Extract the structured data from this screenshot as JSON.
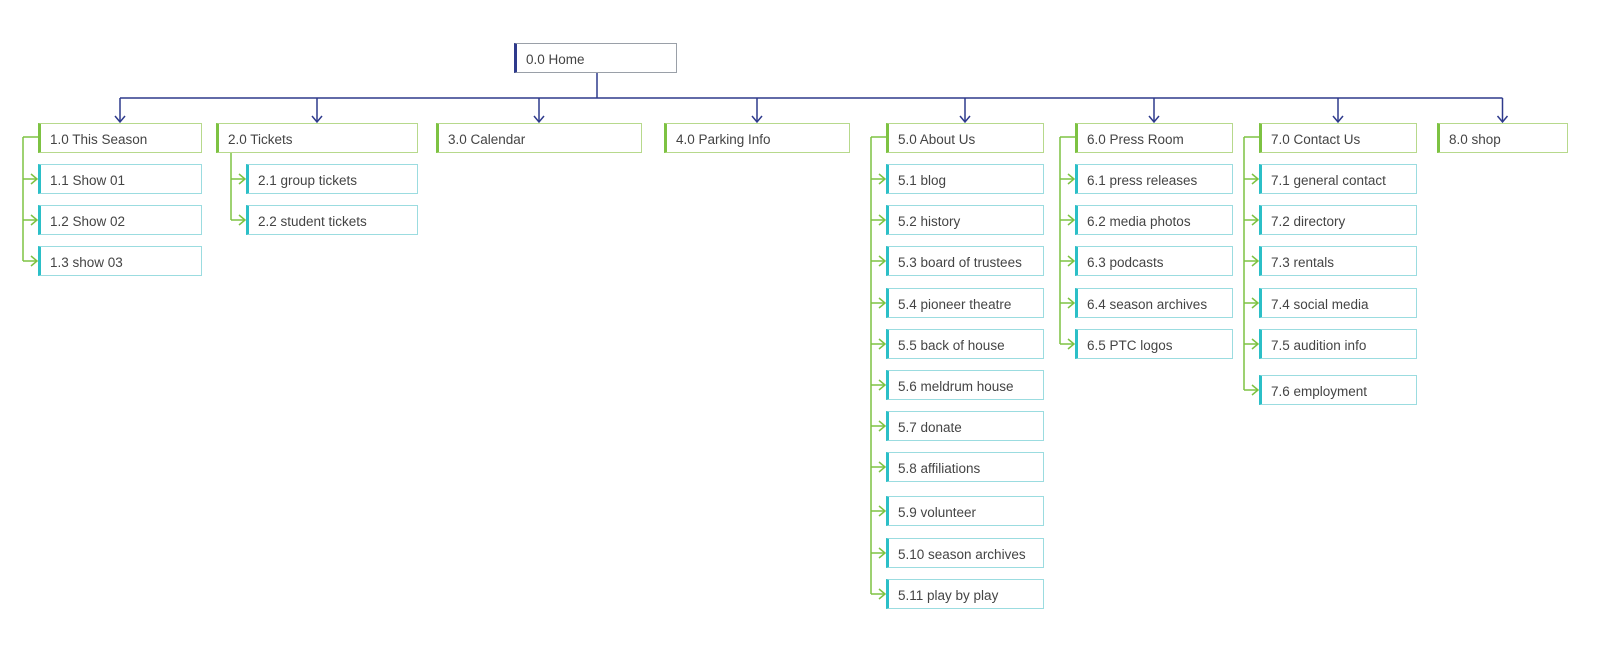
{
  "colors": {
    "root_connector": "#2e3a8c",
    "branch_connector": "#7dc242",
    "root_accent": "#2e3a8c",
    "section_accent": "#7dc242",
    "page_accent": "#2bbfc7"
  },
  "root": {
    "label": "0.0 Home"
  },
  "sections": [
    {
      "id": "s1",
      "label": "1.0 This Season",
      "children": [
        "1.1 Show 01",
        "1.2 Show 02",
        "1.3 show 03"
      ]
    },
    {
      "id": "s2",
      "label": "2.0 Tickets",
      "children": [
        "2.1 group tickets",
        "2.2 student tickets"
      ]
    },
    {
      "id": "s3",
      "label": "3.0 Calendar",
      "children": []
    },
    {
      "id": "s4",
      "label": "4.0 Parking Info",
      "children": []
    },
    {
      "id": "s5",
      "label": "5.0 About Us",
      "children": [
        "5.1 blog",
        "5.2 history",
        "5.3 board of trustees",
        "5.4 pioneer theatre",
        "5.5 back of house",
        "5.6 meldrum house",
        "5.7 donate",
        "5.8 affiliations",
        "5.9 volunteer",
        "5.10 season archives",
        "5.11 play by play"
      ]
    },
    {
      "id": "s6",
      "label": "6.0 Press Room",
      "children": [
        "6.1 press releases",
        "6.2 media photos",
        "6.3 podcasts",
        "6.4 season archives",
        "6.5 PTC logos"
      ]
    },
    {
      "id": "s7",
      "label": "7.0 Contact Us",
      "children": [
        "7.1 general contact",
        "7.2 directory",
        "7.3 rentals",
        "7.4 social media",
        "7.5 audition info",
        "7.6 employment"
      ]
    },
    {
      "id": "s8",
      "label": "8.0 shop",
      "children": []
    }
  ]
}
